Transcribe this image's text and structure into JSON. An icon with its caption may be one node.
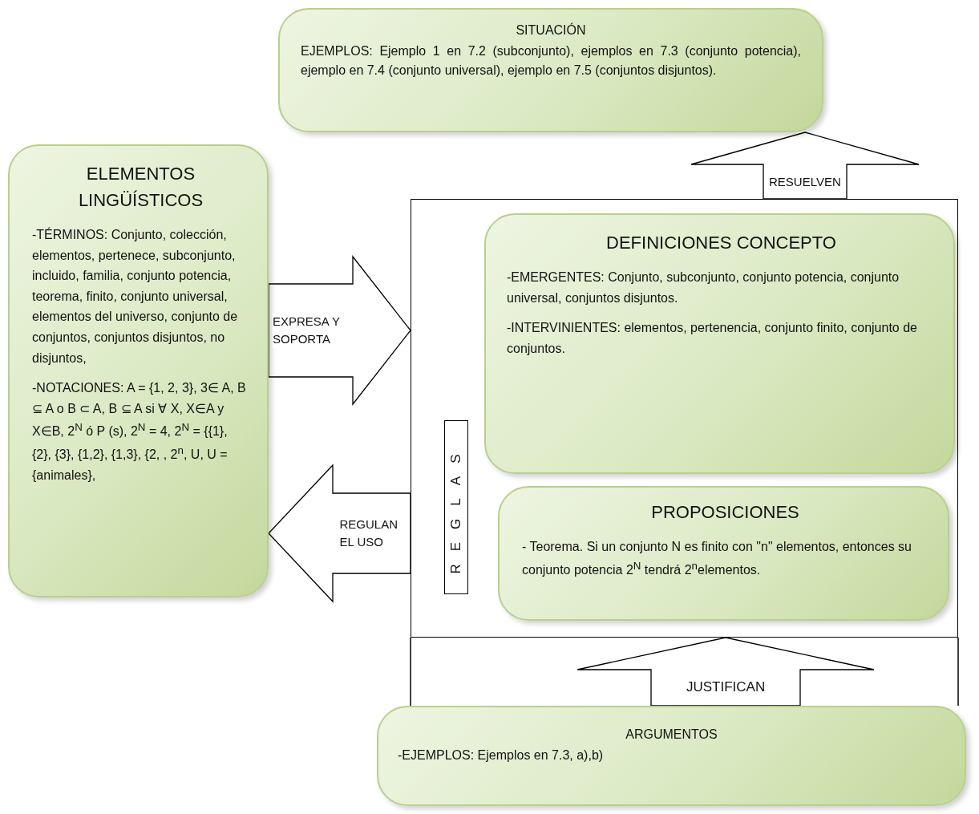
{
  "diagram": {
    "nodes": [
      {
        "text": [
          "SITUACIÓN",
          "EJEMPLOS: Ejemplo 1 en 7.2 (subconjunto), ejemplos en 7.3 (conjunto potencia), ejemplo en 7.4 (conjunto universal), ejemplo en 7.5 (conjuntos disjuntos)."
        ]
      },
      {
        "text": [
          "ELEMENTOS LINGÜÍSTICOS",
          "-TÉRMINOS: Conjunto, colección, elementos, pertenece, subconjunto, incluido, familia, conjunto potencia, teorema, finito, conjunto universal, elementos del universo, conjunto de conjuntos, conjuntos disjuntos, no disjuntos,",
          "-NOTACIONES: A = {1, 2, 3}, 3∈ A, B ⊆ A o B ⊂ A, B ⊆ A si ∀ X, X∈A y X∈B, 2$^{N}$ ó P (s), 2$^{N}$ = 4, 2$^{N}$ = {{1}, {2}, {3}, {1,2}, {1,3}, {2, , 2$^{n}$, U, U = {animales},"
        ]
      },
      {
        "text": [],
        "shape": "box"
      },
      {
        "text": [
          "REGLAS"
        ],
        "in": 2
      },
      {
        "text": [
          "DEFINICIONES CONCEPTO",
          "-EMERGENTES: Conjunto, subconjunto, conjunto potencia, conjunto universal, conjuntos disjuntos.",
          "-INTERVINIENTES: elementos, pertenencia, conjunto finito, conjunto de conjuntos."
        ],
        "in": 2
      },
      {
        "text": [
          "PROPOSICIONES",
          "- Teorema. Si un conjunto N es finito con \"n\" elementos, entonces su conjunto potencia 2$^{N}$ tendrá 2$^{n}$elementos."
        ],
        "in": 2
      },
      {
        "text": [
          "ARGUMENTOS",
          "-EJEMPLOS: Ejemplos en 7.3, a),b)"
        ]
      }
    ],
    "edges": [
      {
        "from": 2,
        "to": 0,
        "arrow": "to",
        "label": "RESUELVEN"
      },
      {
        "from": 1,
        "to": 2,
        "arrow": "to",
        "label": "EXPRESA Y SOPORTA"
      },
      {
        "from": 2,
        "to": 1,
        "arrow": "to",
        "label": "REGULAN EL USO"
      },
      {
        "from": 6,
        "to": 2,
        "arrow": "to",
        "label": "JUSTIFICAN"
      }
    ]
  }
}
